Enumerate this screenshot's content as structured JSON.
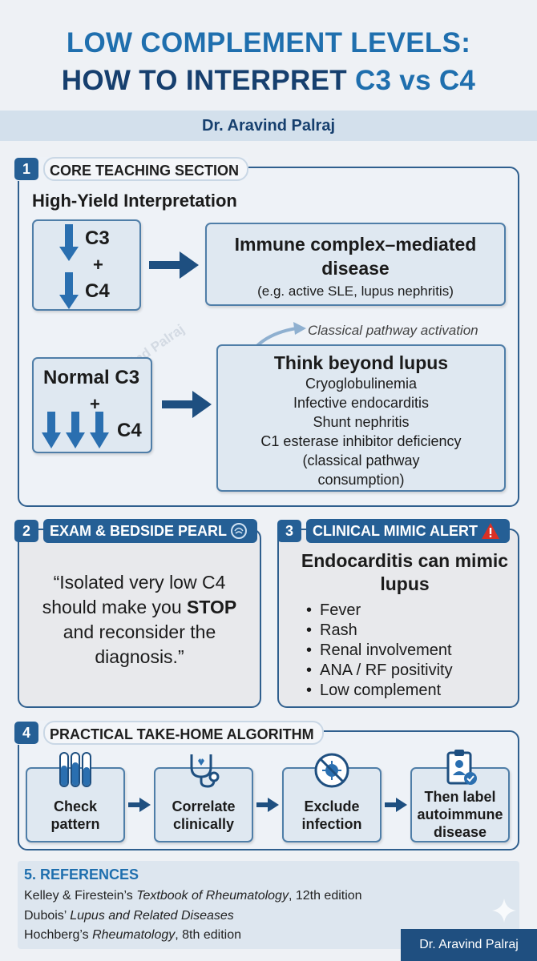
{
  "header": {
    "title_line1": "LOW COMPLEMENT LEVELS:",
    "title_line2_dark": "HOW TO INTERPRET",
    "title_line2_blue": "C3 vs C4",
    "author": "Dr. Aravind Palraj"
  },
  "section1": {
    "number": "1",
    "label": "CORE TEACHING SECTION",
    "subtitle": "High-Yield Interpretation",
    "row1": {
      "left_top": "C3",
      "plus": "+",
      "left_bottom": "C4",
      "result_title": "Immune complex–mediated disease",
      "result_example": "(e.g. active SLE, lupus nephritis)"
    },
    "pathway_note": "Classical pathway activation",
    "row2": {
      "left_top": "Normal C3",
      "plus": "+",
      "left_bottom": "C4",
      "result_title": "Think beyond lupus",
      "result_items": [
        "Cryoglobulinemia",
        "Infective endocarditis",
        "Shunt nephritis",
        "C1 esterase inhibitor deficiency",
        "(classical pathway",
        "consumption)"
      ]
    },
    "watermark": "Dr. Aravind Palraj"
  },
  "section2": {
    "number": "2",
    "label": "EXAM & BEDSIDE PEARL",
    "icon": "brain-icon",
    "quote_before": "“Isolated very low C4 should make you ",
    "quote_bold": "STOP",
    "quote_after": " and reconsider the diagnosis.”"
  },
  "section3": {
    "number": "3",
    "label": "CLINICAL MIMIC ALERT",
    "icon": "warning-icon",
    "title": "Endocarditis can mimic lupus",
    "items": [
      "Fever",
      "Rash",
      "Renal involvement",
      "ANA / RF positivity",
      "Low complement"
    ]
  },
  "section4": {
    "number": "4",
    "label": "PRACTICAL TAKE-HOME ALGORITHM",
    "steps": [
      {
        "icon": "test-tubes-icon",
        "line1": "Check",
        "line2": "pattern",
        "line3": ""
      },
      {
        "icon": "stethoscope-icon",
        "line1": "Correlate",
        "line2": "clinically",
        "line3": ""
      },
      {
        "icon": "no-bacteria-icon",
        "line1": "Exclude",
        "line2": "infection",
        "line3": ""
      },
      {
        "icon": "clipboard-check-icon",
        "line1": "Then label",
        "line2": "autoimmune",
        "line3": "disease"
      }
    ]
  },
  "references": {
    "title": "5. REFERENCES",
    "items": [
      {
        "before": "Kelley & Firestein’s ",
        "italic": "Textbook of Rheumatology",
        "after": ", 12th edition"
      },
      {
        "before": "Dubois’ ",
        "italic": "Lupus and Related Diseases",
        "after": ""
      },
      {
        "before": "Hochberg’s ",
        "italic": "Rheumatology",
        "after": ", 8th edition"
      }
    ]
  },
  "footer": {
    "author": "Dr. Aravind Palraj"
  },
  "colors": {
    "primary_blue": "#1f6fae",
    "dark_blue": "#163f6e",
    "box_fill": "#dfe8f1",
    "alert_red": "#d93025"
  }
}
